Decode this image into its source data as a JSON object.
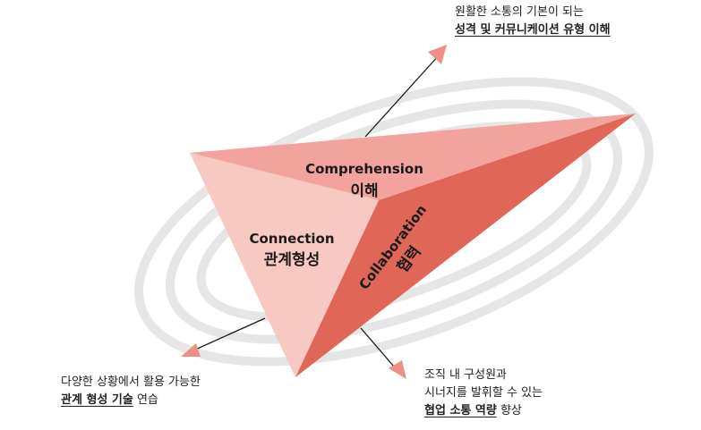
{
  "diagram": {
    "colors": {
      "ring": "#e6e6e6",
      "top_face": "#f2a39b",
      "left_face": "#f8c8c3",
      "right_face": "#e06658",
      "arrow": "#f08f85",
      "line": "#1a1a1a"
    },
    "faces": {
      "comprehension": {
        "en": "Comprehension",
        "ko": "이해"
      },
      "connection": {
        "en": "Connection",
        "ko": "관계형성"
      },
      "collaboration": {
        "en": "Collaboration",
        "ko": "협력"
      }
    },
    "captions": {
      "top_right": {
        "line1": "원활한 소통의 기본이 되는",
        "line2_strong": "성격 및 커뮤니케이션 유형 이해"
      },
      "bottom_left": {
        "line1": "다양한 상황에서 활용 가능한",
        "line2_strong": "관계 형성 기술",
        "line2_rest": " 연습"
      },
      "bottom_right": {
        "line1": "조직 내 구성원과",
        "line2": "시너지를 발휘할 수 있는",
        "line3_strong": "협업 소통 역량",
        "line3_rest": " 향상"
      }
    }
  }
}
